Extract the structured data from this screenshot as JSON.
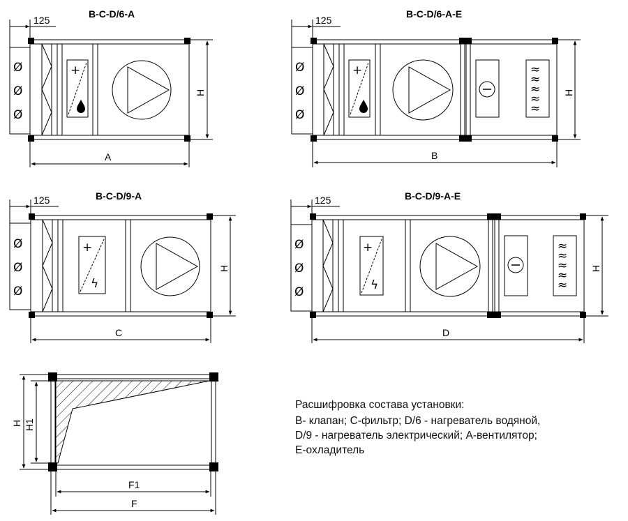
{
  "units": [
    {
      "title": "B-C-D/6-A",
      "offset_label": "125",
      "length_label": "A",
      "height_label": "H",
      "heater": "water",
      "cooler": false
    },
    {
      "title": "B-C-D/6-A-E",
      "offset_label": "125",
      "length_label": "B",
      "height_label": "H",
      "heater": "water",
      "cooler": true
    },
    {
      "title": "B-C-D/9-A",
      "offset_label": "125",
      "length_label": "C",
      "height_label": "H",
      "heater": "electric",
      "cooler": false
    },
    {
      "title": "B-C-D/9-A-E",
      "offset_label": "125",
      "length_label": "D",
      "height_label": "H",
      "heater": "electric",
      "cooler": true
    }
  ],
  "section": {
    "height_label": "H",
    "inner_height_label": "H1",
    "inner_width_label": "F1",
    "width_label": "F"
  },
  "symbols": {
    "damper_blade": "Ø",
    "plus": "+",
    "bolt": "ϟ",
    "cooling_wave": "≈"
  },
  "legend": {
    "title": "Расшифровка состава установки:",
    "lines": [
      "B- клапан; C-фильтр; D/6 - нагреватель водяной,",
      "D/9 - нагреватель электрический; А-вентилятор;",
      "E-охладитель"
    ]
  }
}
